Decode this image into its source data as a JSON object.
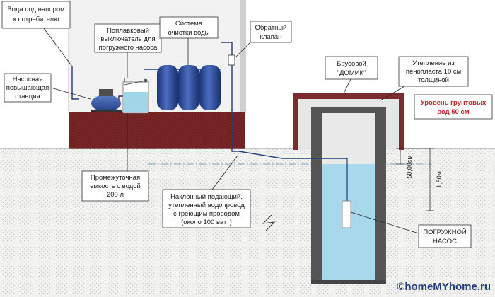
{
  "labels": {
    "pressure_water": [
      "Вода под напором",
      "к потребителю"
    ],
    "booster_station": [
      "Насосная",
      "повышающая",
      "станция"
    ],
    "float_switch": [
      "Поплавковый",
      "выключатель для",
      "погружного насоса"
    ],
    "filter_system": [
      "Система",
      "очистки воды"
    ],
    "check_valve": [
      "Обратный",
      "клапан"
    ],
    "timber_house": [
      "Брусовой",
      "\"ДОМИК\""
    ],
    "insulation": [
      "Утепление из",
      "пенопласта 10 см",
      "толщиной"
    ],
    "groundwater_level": [
      "Уровень грунтовых",
      "вод 50 см"
    ],
    "intermediate_tank": [
      "Промежуточная",
      "емкость с водой",
      "200  л"
    ],
    "supply_pipe": [
      "Наклонный подающий,",
      "утепленный водопровод",
      "с греющим проводом",
      "(около 100 ватт)"
    ],
    "submersible_pump": [
      "ПОГРУЖНОЙ",
      "НАСОС"
    ]
  },
  "dimensions": {
    "depth_50": "50,00см",
    "depth_150": "1,50м"
  },
  "watermark": "©homeMYhome.ru",
  "colors": {
    "soil": "#7a2626",
    "water": "#a8d8ec",
    "tank_water": "#9fd6e8",
    "filter": "#27438f",
    "pump": "#3a5a9f",
    "pipe": "#1f3d7a",
    "insulation": "#e6e6e6",
    "accent_red": "#c0282d"
  }
}
